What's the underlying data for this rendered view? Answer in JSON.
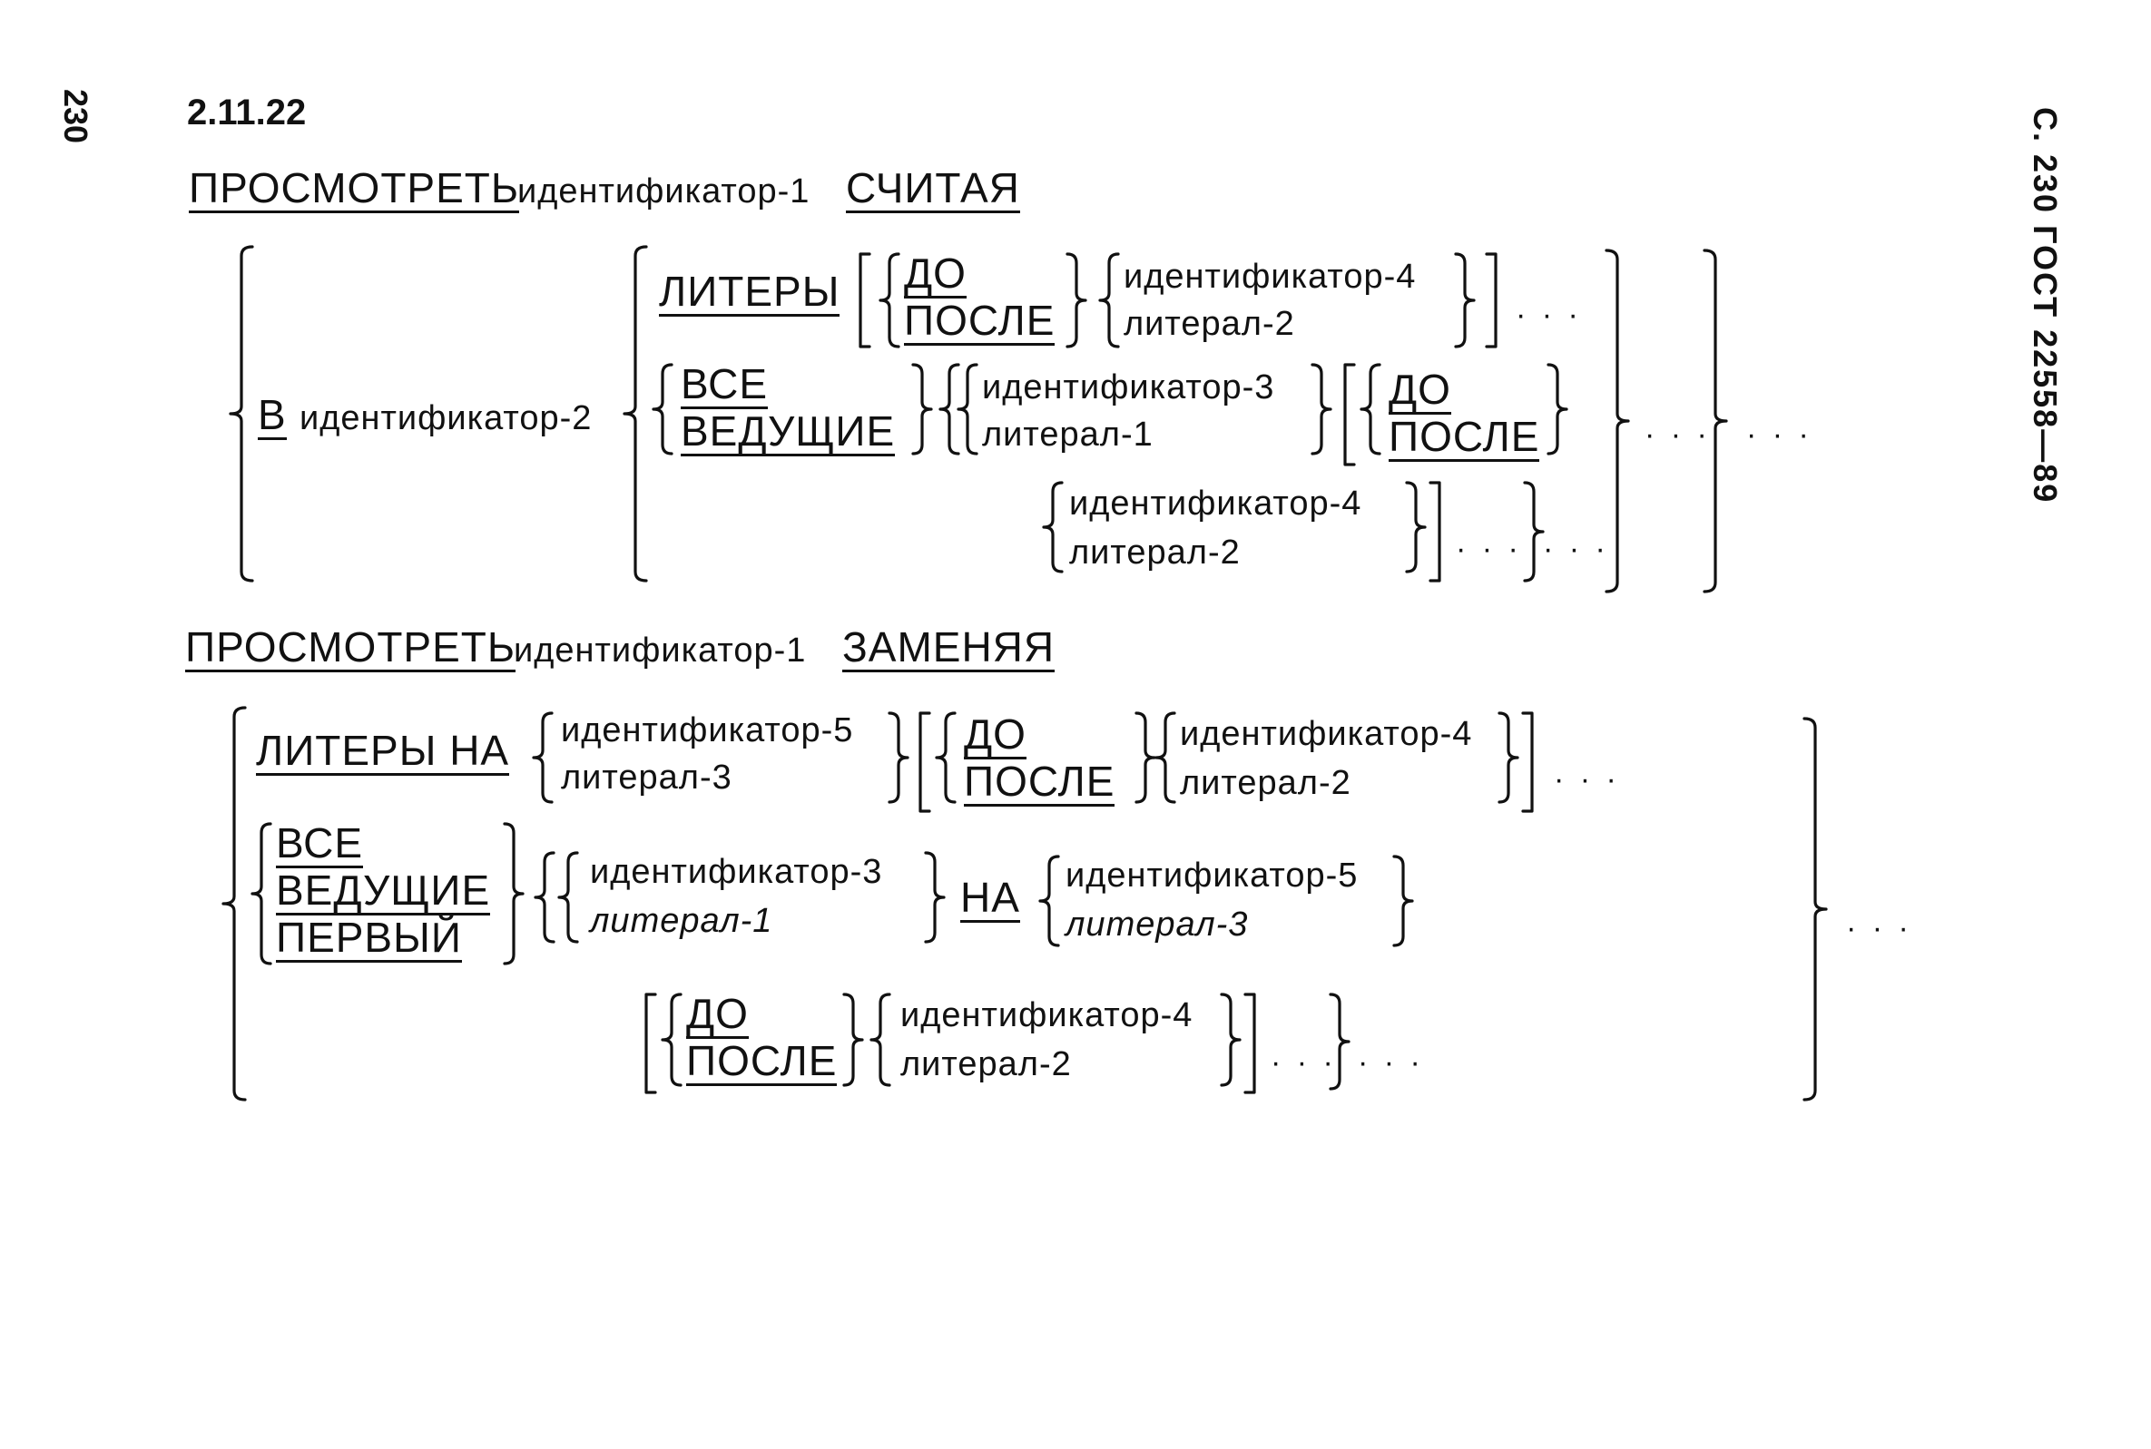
{
  "page_number": "230",
  "running_header": "С. 230 ГОСТ 22558—89",
  "section": "2.11.22",
  "format1": {
    "verb": "ПРОСМОТРЕТЬ",
    "identifier": "идентификатор-1",
    "mode": "СЧИТАЯ",
    "in_keyword": "В",
    "in_identifier": "идентификатор-2",
    "characters": "ЛИТЕРЫ",
    "before": "ДО",
    "after": "ПОСЛЕ",
    "id4": "идентификатор-4",
    "lit2": "литерал-2",
    "all": "ВСЕ",
    "leading": "ВЕДУЩИЕ",
    "id3": "идентификатор-3",
    "lit1": "литерал-1",
    "ellipsis": "· · ·"
  },
  "format2": {
    "verb": "ПРОСМОТРЕТЬ",
    "identifier": "идентификатор-1",
    "mode": "ЗАМЕНЯЯ",
    "characters_by": "ЛИТЕРЫ НА",
    "id5": "идентификатор-5",
    "lit3": "литерал-3",
    "before": "ДО",
    "after": "ПОСЛЕ",
    "id4": "идентификатор-4",
    "lit2": "литерал-2",
    "all": "ВСЕ",
    "leading": "ВЕДУЩИЕ",
    "first": "ПЕРВЫЙ",
    "id3": "идентификатор-3",
    "lit1": "литерал-1",
    "by": "НА",
    "ellipsis": "· · ·"
  }
}
